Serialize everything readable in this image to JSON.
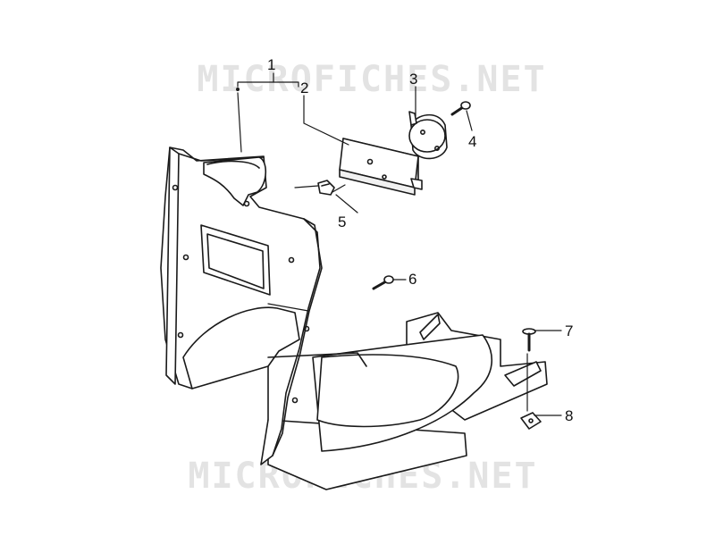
{
  "watermark": "MICROFICHES.NET",
  "callouts": [
    {
      "id": "1",
      "label": "1"
    },
    {
      "id": "2",
      "label": "2"
    },
    {
      "id": "3",
      "label": "3"
    },
    {
      "id": "4",
      "label": "4"
    },
    {
      "id": "5",
      "label": "5"
    },
    {
      "id": "6",
      "label": "6"
    },
    {
      "id": "7",
      "label": "7"
    },
    {
      "id": "8",
      "label": "8"
    }
  ],
  "colors": {
    "line": "#1a1a1a",
    "part_fill": "#ffffff",
    "plate_fill": "#f1f1f1",
    "watermark": "#e3e3e3"
  }
}
